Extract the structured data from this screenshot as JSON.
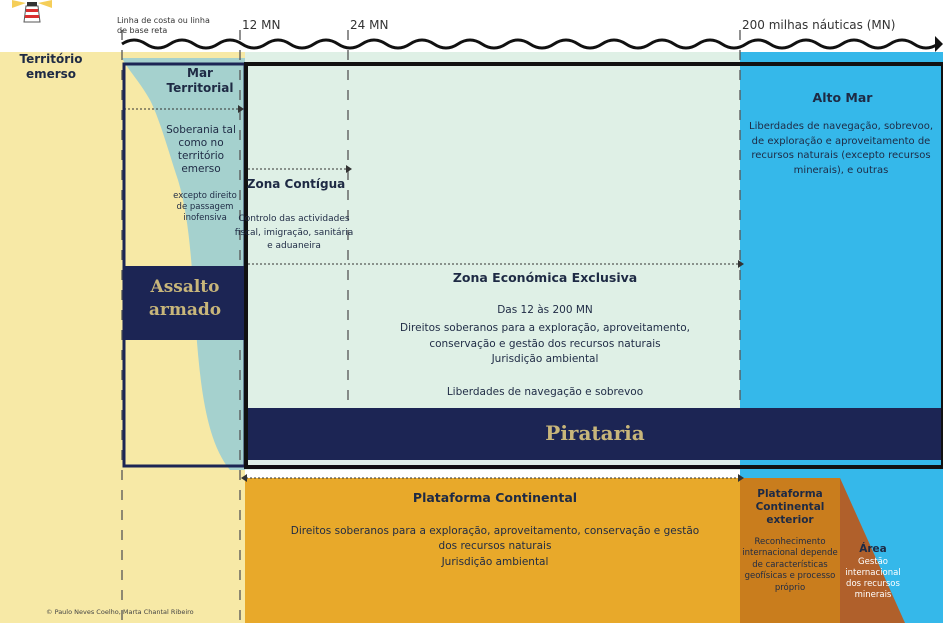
{
  "header": {
    "baseline_label": "Linha de costa ou linha de base reta",
    "mark_12": "12 MN",
    "mark_24": "24 MN",
    "mark_200": "200 milhas náuticas (MN)"
  },
  "territorio": {
    "title": "Território emerso"
  },
  "mar_territorial": {
    "title": "Mar Territorial",
    "body": "Soberania tal como no território emerso",
    "note": "excepto direito de passagem inofensiva"
  },
  "zona_contigua": {
    "title": "Zona Contígua",
    "body": "Controlo das actividades fiscal, imigração, sanitária e aduaneira"
  },
  "zee": {
    "title": "Zona Económica Exclusiva",
    "range": "Das 12 às 200 MN",
    "rights": "Direitos soberanos para a exploração, aproveitamento, conservação e gestão dos recursos naturais",
    "jurisdiction": "Jurisdição ambiental",
    "freedoms": "Liberdades de navegação e sobrevoo"
  },
  "alto_mar": {
    "title": "Alto Mar",
    "body": "Liberdades de navegação, sobrevoo, de exploração e aproveitamento de recursos naturais (excepto recursos minerais), e outras"
  },
  "overlays": {
    "assalto": "Assalto armado",
    "pirataria": "Pirataria"
  },
  "plataforma": {
    "title": "Plataforma Continental",
    "body": "Direitos soberanos para a exploração, aproveitamento, conservação e gestão dos recursos naturais",
    "jurisdiction": "Jurisdição ambiental"
  },
  "plataforma_ext": {
    "title": "Plataforma Continental exterior",
    "body": "Reconhecimento internacional depende de características geofísicas e processo próprio"
  },
  "area": {
    "title": "Área",
    "body": "Gestão internacional dos recursos minerais"
  },
  "credit": "© Paulo Neves Coelho, Marta Chantal Ribeiro",
  "colors": {
    "land": "#f7e9a6",
    "territorial_sea": "#a5d1ce",
    "eez": "#dff0e6",
    "high_sea": "#35b8ea",
    "shelf": "#e8a92a",
    "shelf_ext": "#c97d1d",
    "area": "#b0602b",
    "navy": "#1c2554"
  },
  "icons": [
    "lighthouse-icon",
    "wave-line",
    "arrow-icon"
  ]
}
